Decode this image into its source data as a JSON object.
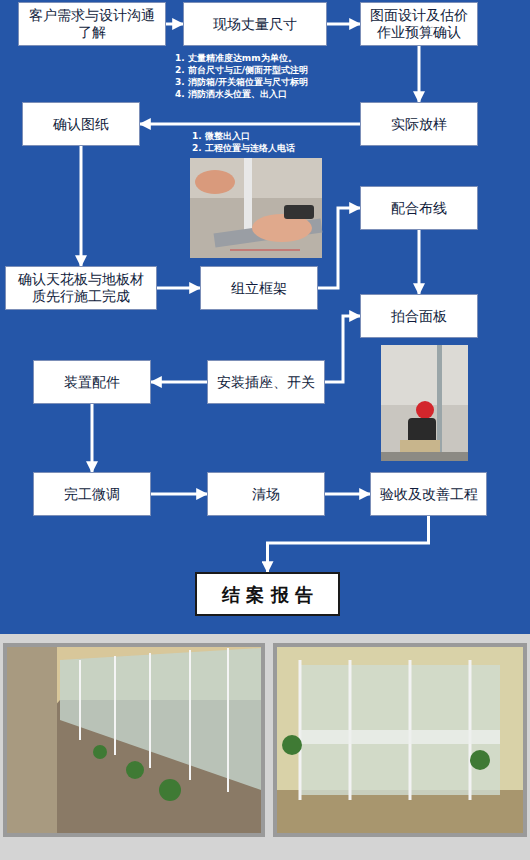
{
  "diagram": {
    "nodes": [
      {
        "text": [
          "客户需求与设计沟通了解"
        ]
      },
      {
        "text": [
          "现场丈量尺寸"
        ]
      },
      {
        "text": [
          "图面设计及估价作业预算确认"
        ]
      },
      {
        "text": [
          "实际放样"
        ]
      },
      {
        "text": [
          "确认图纸"
        ]
      },
      {
        "text": [
          "确认天花板与地板材质先行施工完成"
        ]
      },
      {
        "text": [
          "组立框架"
        ]
      },
      {
        "text": [
          "配合布线"
        ]
      },
      {
        "text": [
          "拍合面板"
        ]
      },
      {
        "text": [
          "安装插座、开关"
        ]
      },
      {
        "text": [
          "装置配件"
        ]
      },
      {
        "text": [
          "完工微调"
        ]
      },
      {
        "text": [
          "清场"
        ]
      },
      {
        "text": [
          "验收及改善工程"
        ]
      },
      {
        "text": [
          "结 案 报 告"
        ]
      }
    ],
    "edges": [
      {
        "from": 0,
        "to": 1,
        "arrow": "to"
      },
      {
        "from": 1,
        "to": 2,
        "arrow": "to"
      },
      {
        "from": 2,
        "to": 3,
        "arrow": "to"
      },
      {
        "from": 3,
        "to": 4,
        "arrow": "to"
      },
      {
        "from": 4,
        "to": 5,
        "arrow": "to"
      },
      {
        "from": 5,
        "to": 6,
        "arrow": "to"
      },
      {
        "from": 6,
        "to": 7,
        "arrow": "to"
      },
      {
        "from": 7,
        "to": 8,
        "arrow": "to"
      },
      {
        "from": 9,
        "to": 8,
        "arrow": "to"
      },
      {
        "from": 9,
        "to": 10,
        "arrow": "to"
      },
      {
        "from": 10,
        "to": 11,
        "arrow": "to"
      },
      {
        "from": 11,
        "to": 12,
        "arrow": "to"
      },
      {
        "from": 12,
        "to": 13,
        "arrow": "to"
      },
      {
        "from": 13,
        "to": 14,
        "arrow": "to"
      }
    ],
    "labels": [
      "1. 丈量精准度达mm为单位。",
      "2. 前台尺寸与正/侧面开型式注明",
      "3. 消防箱/开关箱位置与尺寸标明",
      "4. 消防洒水头位置、出入口",
      "1. 微整出入口",
      "2. 工程位置与连络人电话"
    ]
  }
}
